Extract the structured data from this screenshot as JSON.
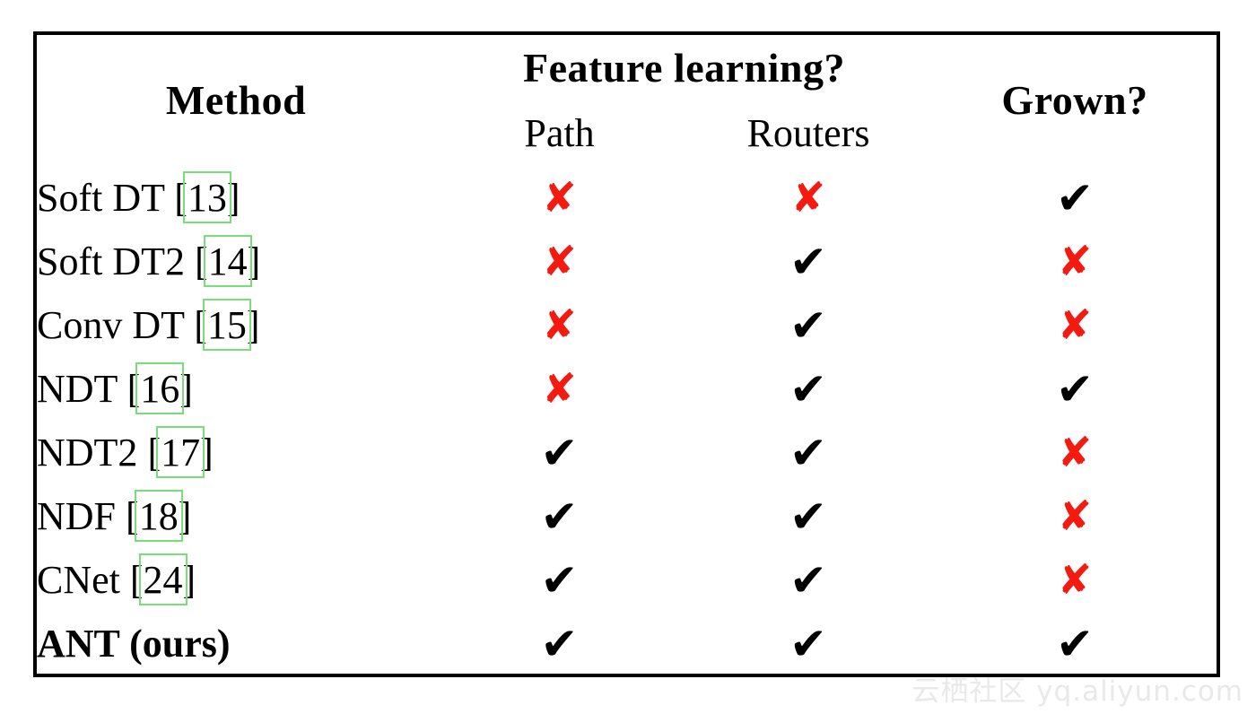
{
  "table": {
    "headers": {
      "method": "Method",
      "feature_learning": "Feature learning?",
      "grown": "Grown?",
      "path": "Path",
      "routers": "Routers"
    },
    "rows": [
      {
        "name": "Soft DT",
        "cite_open": "[",
        "cite_num": "13",
        "cite_close": "]",
        "bold": false,
        "path": "no",
        "routers": "no",
        "grown": "yes"
      },
      {
        "name": "Soft DT2",
        "cite_open": "[",
        "cite_num": "14",
        "cite_close": "]",
        "bold": false,
        "path": "no",
        "routers": "yes",
        "grown": "no"
      },
      {
        "name": "Conv DT",
        "cite_open": "[",
        "cite_num": "15",
        "cite_close": "]",
        "bold": false,
        "path": "no",
        "routers": "yes",
        "grown": "no"
      },
      {
        "name": "NDT",
        "cite_open": "[",
        "cite_num": "16",
        "cite_close": "]",
        "bold": false,
        "path": "no",
        "routers": "yes",
        "grown": "yes"
      },
      {
        "name": "NDT2",
        "cite_open": "[",
        "cite_num": "17",
        "cite_close": "]",
        "bold": false,
        "path": "yes",
        "routers": "yes",
        "grown": "no"
      },
      {
        "name": "NDF",
        "cite_open": "[",
        "cite_num": "18",
        "cite_close": "]",
        "bold": false,
        "path": "yes",
        "routers": "yes",
        "grown": "no"
      },
      {
        "name": "CNet",
        "cite_open": "[",
        "cite_num": "24",
        "cite_close": "]",
        "bold": false,
        "path": "yes",
        "routers": "yes",
        "grown": "no"
      },
      {
        "name": "ANT (ours)",
        "cite_open": "",
        "cite_num": "",
        "cite_close": "",
        "bold": true,
        "path": "yes",
        "routers": "yes",
        "grown": "yes"
      }
    ],
    "glyphs": {
      "yes": "✔",
      "no": "✘"
    },
    "colors": {
      "yes": "#000000",
      "no": "#f41a10",
      "rule": "#000000",
      "citation_box": "#79dd79"
    }
  },
  "watermark": {
    "text": "云栖社区 yq.aliyun.com"
  }
}
